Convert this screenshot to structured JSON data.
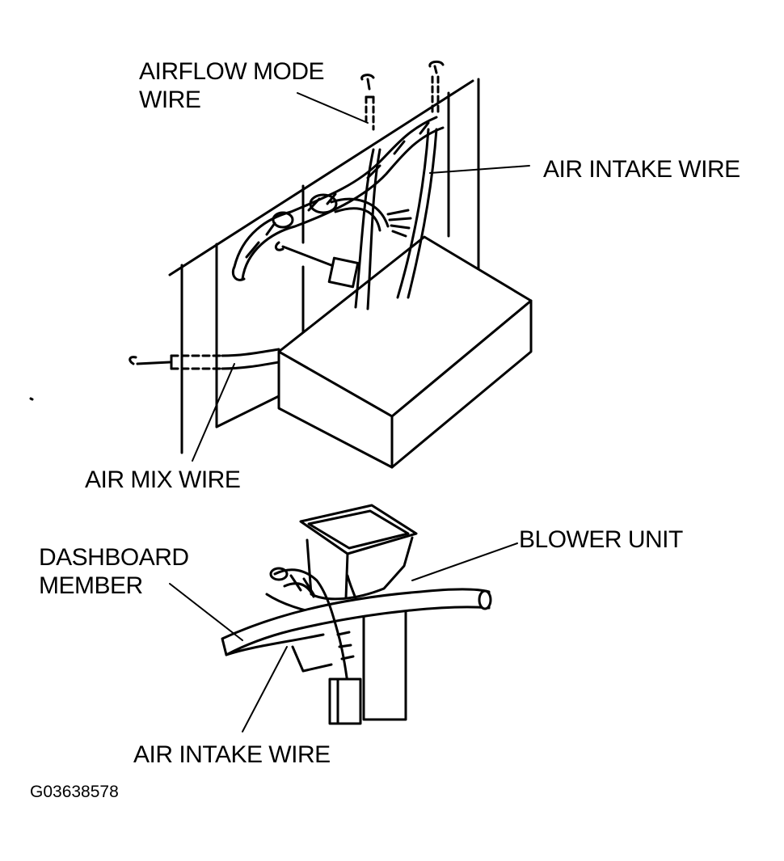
{
  "labels": {
    "airflow_mode_wire_line1": "AIRFLOW MODE",
    "airflow_mode_wire_line2": "WIRE",
    "air_intake_wire_upper": "AIR INTAKE WIRE",
    "air_mix_wire": "AIR MIX WIRE",
    "blower_unit": "BLOWER UNIT",
    "dashboard_member_line1": "DASHBOARD",
    "dashboard_member_line2": "MEMBER",
    "air_intake_wire_lower": "AIR INTAKE WIRE"
  },
  "figure_code": "G03638578",
  "colors": {
    "ink": "#000000",
    "paper": "#ffffff"
  }
}
